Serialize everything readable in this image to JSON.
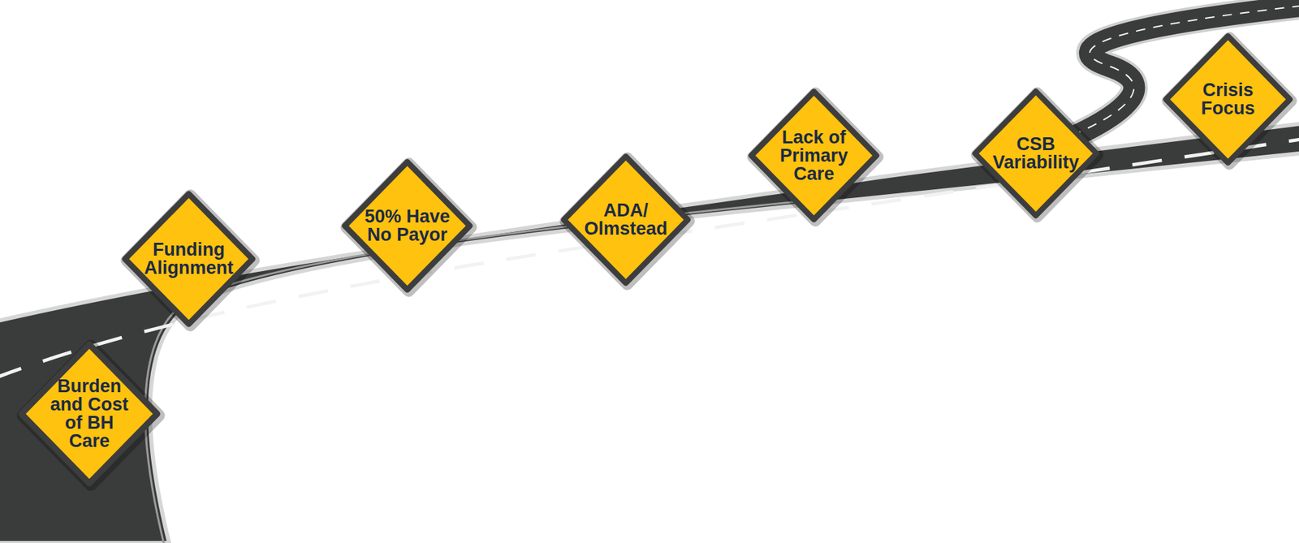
{
  "diagram": {
    "nodes": [
      {
        "text": [
          "Burden and Cost of BH Care"
        ]
      },
      {
        "text": [
          "Funding Alignment"
        ]
      },
      {
        "text": [
          "50% Have No Payor"
        ]
      },
      {
        "text": [
          "ADA/ Olmstead"
        ]
      },
      {
        "text": [
          "Lack of Primary Care"
        ]
      },
      {
        "text": [
          "CSB Variability"
        ]
      },
      {
        "text": [
          "Crisis Focus"
        ]
      }
    ]
  }
}
